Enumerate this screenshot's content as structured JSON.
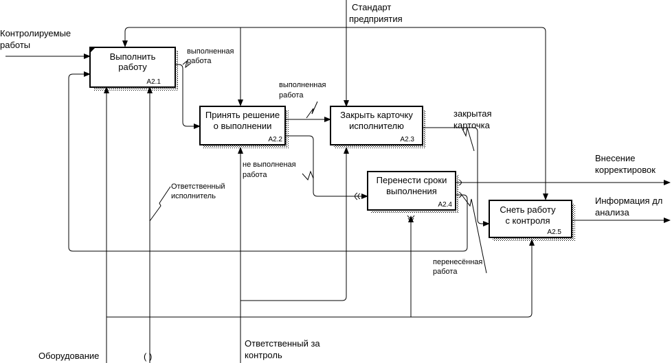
{
  "boxes": [
    {
      "id": "a21",
      "label": [
        "Выполнить",
        "работу"
      ],
      "num": "A2.1"
    },
    {
      "id": "a22",
      "label": [
        "Принять решение",
        "о выполнении"
      ],
      "num": "A2.2"
    },
    {
      "id": "a23",
      "label": [
        "Закрыть карточку",
        "исполнителю"
      ],
      "num": "A2.3"
    },
    {
      "id": "a24",
      "label": [
        "Перенести сроки",
        "выполнения"
      ],
      "num": "A2.4"
    },
    {
      "id": "a25",
      "label": [
        "Снеть работу",
        "с контроля"
      ],
      "num": "A2.5"
    }
  ],
  "labels": {
    "input_controlled": [
      "Контролируемые",
      "работы"
    ],
    "control_standard": [
      "Стандарт",
      "предприятия"
    ],
    "done_work": [
      "выполненная",
      "работа"
    ],
    "done_work2": [
      "выполненная",
      "работа"
    ],
    "closed_card": [
      "закрытая",
      "карточка"
    ],
    "not_done": [
      "не выполненая",
      "работа"
    ],
    "responsible_exec": [
      "Ответственный",
      "исполнитель"
    ],
    "moved_work": [
      "перенесённая",
      "работа"
    ],
    "out_corrections": [
      "Внесение",
      "корректировок"
    ],
    "out_info": [
      "Информация дл",
      "анализа"
    ],
    "mech_equipment": "Оборудование",
    "mech_paren": "( )",
    "mech_responsible": [
      "Ответственный за",
      "контроль"
    ]
  }
}
